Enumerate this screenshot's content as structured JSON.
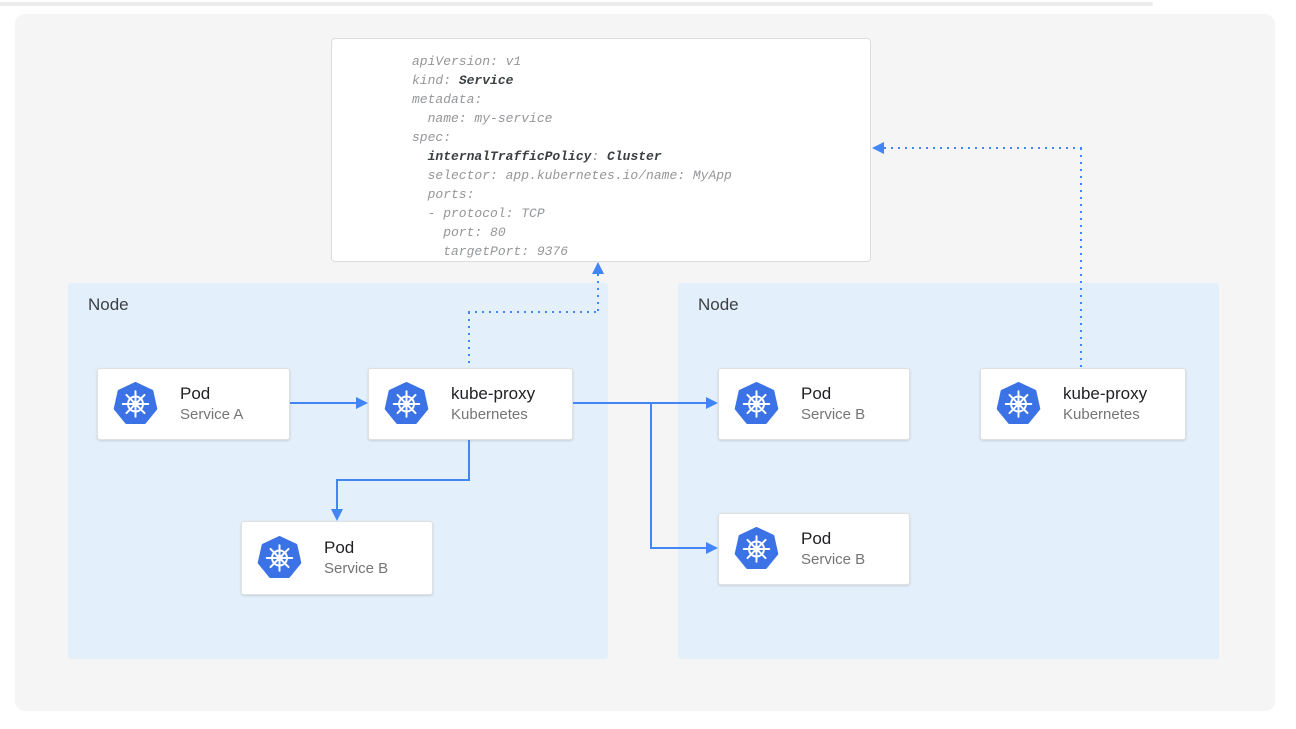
{
  "colors": {
    "accent_blue": "#4285f4",
    "kubernetes_blue": "#3b72e5",
    "node_fill": "#e3f0fc",
    "canvas_fill": "#f5f5f6",
    "code_gray": "#949699",
    "code_bold": "#3c4043"
  },
  "yaml_panel": {
    "lines": [
      [
        {
          "t": "apiVersion: v1",
          "b": false
        }
      ],
      [
        {
          "t": "kind: ",
          "b": false
        },
        {
          "t": "Service",
          "b": true
        }
      ],
      [
        {
          "t": "metadata:",
          "b": false
        }
      ],
      [
        {
          "t": "  name: my-service",
          "b": false
        }
      ],
      [
        {
          "t": "spec:",
          "b": false
        }
      ],
      [
        {
          "t": "  ",
          "b": false
        },
        {
          "t": "internalTrafficPolicy",
          "b": true
        },
        {
          "t": ": ",
          "b": false
        },
        {
          "t": "Cluster",
          "b": true
        }
      ],
      [
        {
          "t": "  selector: app.kubernetes.io/name: MyApp",
          "b": false
        }
      ],
      [
        {
          "t": "  ports:",
          "b": false
        }
      ],
      [
        {
          "t": "  - protocol: TCP",
          "b": false
        }
      ],
      [
        {
          "t": "    port: 80",
          "b": false
        }
      ],
      [
        {
          "t": "    targetPort: 9376",
          "b": false
        }
      ]
    ]
  },
  "nodes": {
    "left": {
      "label": "Node"
    },
    "right": {
      "label": "Node"
    }
  },
  "cards": {
    "pod_a": {
      "title": "Pod",
      "subtitle": "Service A",
      "icon": "kubernetes-icon"
    },
    "kube_proxy_left": {
      "title": "kube-proxy",
      "subtitle": "Kubernetes",
      "icon": "kubernetes-icon"
    },
    "pod_b_left": {
      "title": "Pod",
      "subtitle": "Service B",
      "icon": "kubernetes-icon"
    },
    "pod_b_right_top": {
      "title": "Pod",
      "subtitle": "Service B",
      "icon": "kubernetes-icon"
    },
    "pod_b_right_bottom": {
      "title": "Pod",
      "subtitle": "Service B",
      "icon": "kubernetes-icon"
    },
    "kube_proxy_right": {
      "title": "kube-proxy",
      "subtitle": "Kubernetes",
      "icon": "kubernetes-icon"
    }
  },
  "connections": [
    {
      "from": "pod_a",
      "to": "kube_proxy_left",
      "style": "solid-arrow"
    },
    {
      "from": "kube_proxy_left",
      "to": "pod_b_left",
      "style": "solid-arrow"
    },
    {
      "from": "kube_proxy_left",
      "to": "pod_b_right_top",
      "style": "solid-arrow"
    },
    {
      "from": "kube_proxy_left",
      "to": "pod_b_right_bottom",
      "style": "solid-arrow"
    },
    {
      "from": "kube_proxy_left",
      "to": "service-yaml-panel",
      "style": "dotted-arrow"
    },
    {
      "from": "kube_proxy_right",
      "to": "service-yaml-panel",
      "style": "dotted-arrow"
    }
  ]
}
